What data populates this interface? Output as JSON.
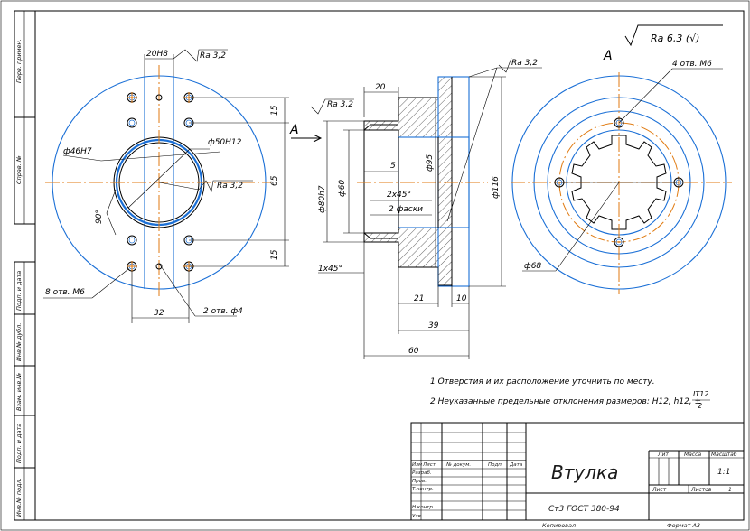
{
  "side_labels": [
    "Перв. примен.",
    "Справ. №",
    "Подп. и дата",
    "Инв.№ дубл.",
    "Взам. инв.№",
    "Подп. и дата",
    "Инв.№ подл."
  ],
  "view_left": {
    "d_20h8": "20H8",
    "ra_top": "Ra 3,2",
    "d_46h7": "ф46H7",
    "d_50h12": "ф50H12",
    "ra_mid": "Ra 3,2",
    "angle": "90°",
    "d_15a": "15",
    "d_65": "65",
    "d_15b": "15",
    "holes_m6": "8 отв. М6",
    "holes_d4": "2 отв. ф4",
    "d_32": "32"
  },
  "view_section": {
    "arrow_a": "A",
    "ra_left": "Ra 3,2",
    "ra_right": "Ra 3,2",
    "d_20": "20",
    "d_80h7": "ф80h7",
    "d_60": "ф60",
    "d_5": "5",
    "chamfer_inner": "2x45°",
    "chamfer_note": "2 фаски",
    "d_95": "ф95",
    "d_116": "ф116",
    "chamfer_outer": "1x45°",
    "d_21": "21",
    "d_10": "10",
    "d_39": "39",
    "d_60b": "60"
  },
  "view_right": {
    "view_a": "A",
    "roughness": "Ra 6,3 (√)",
    "holes_m6": "4 отв. М6",
    "d_68": "ф68"
  },
  "notes": [
    "1  Отверстия и их расположение уточнить по месту.",
    "2  Неуказанные предельные отклонения размеров: H12, h12, ±"
  ],
  "tol_num": "IT12",
  "tol_den": "2",
  "title_block": {
    "title": "Втулка",
    "material": "Ст3 ГОСТ 380-94",
    "lit_header": "Лит",
    "massa_header": "Масса",
    "masshtab_header": "Масштаб",
    "scale_value": "1:1",
    "list_label": "Лист",
    "listov_label": "Листов",
    "listov_value": "1",
    "row_headers": [
      "Изм",
      "Лист",
      "№ докум.",
      "Подп.",
      "Дата"
    ],
    "roles": [
      "Разраб.",
      "Пров.",
      "Т.контр.",
      "",
      "Н.контр.",
      "Утв."
    ],
    "kopiroval": "Копировал",
    "format": "Формат  А3"
  }
}
